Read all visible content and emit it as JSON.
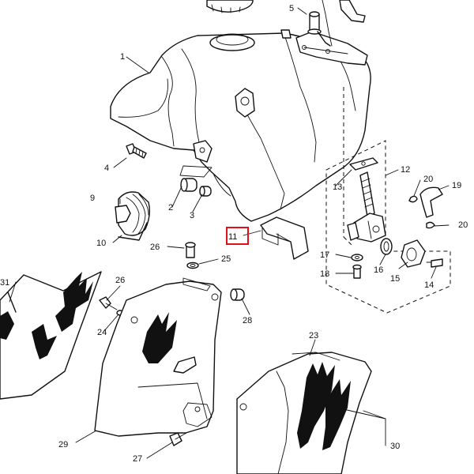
{
  "diagram": {
    "selected_part": "11",
    "highlight_color": "#e0101a",
    "labels": [
      {
        "id": "1",
        "text": "1"
      },
      {
        "id": "2",
        "text": "2"
      },
      {
        "id": "3",
        "text": "3"
      },
      {
        "id": "4",
        "text": "4"
      },
      {
        "id": "5",
        "text": "5"
      },
      {
        "id": "9",
        "text": "9"
      },
      {
        "id": "10",
        "text": "10"
      },
      {
        "id": "11",
        "text": "11"
      },
      {
        "id": "12",
        "text": "12"
      },
      {
        "id": "13",
        "text": "13"
      },
      {
        "id": "14",
        "text": "14"
      },
      {
        "id": "15",
        "text": "15"
      },
      {
        "id": "16",
        "text": "16"
      },
      {
        "id": "17",
        "text": "17"
      },
      {
        "id": "18",
        "text": "18"
      },
      {
        "id": "19",
        "text": "19"
      },
      {
        "id": "20a",
        "text": "20"
      },
      {
        "id": "20b",
        "text": "20"
      },
      {
        "id": "23",
        "text": "23"
      },
      {
        "id": "24",
        "text": "24"
      },
      {
        "id": "25",
        "text": "25"
      },
      {
        "id": "26a",
        "text": "26"
      },
      {
        "id": "26b",
        "text": "26"
      },
      {
        "id": "27",
        "text": "27"
      },
      {
        "id": "28",
        "text": "28"
      },
      {
        "id": "29",
        "text": "29"
      },
      {
        "id": "30",
        "text": "30"
      },
      {
        "id": "31",
        "text": "31"
      }
    ]
  }
}
